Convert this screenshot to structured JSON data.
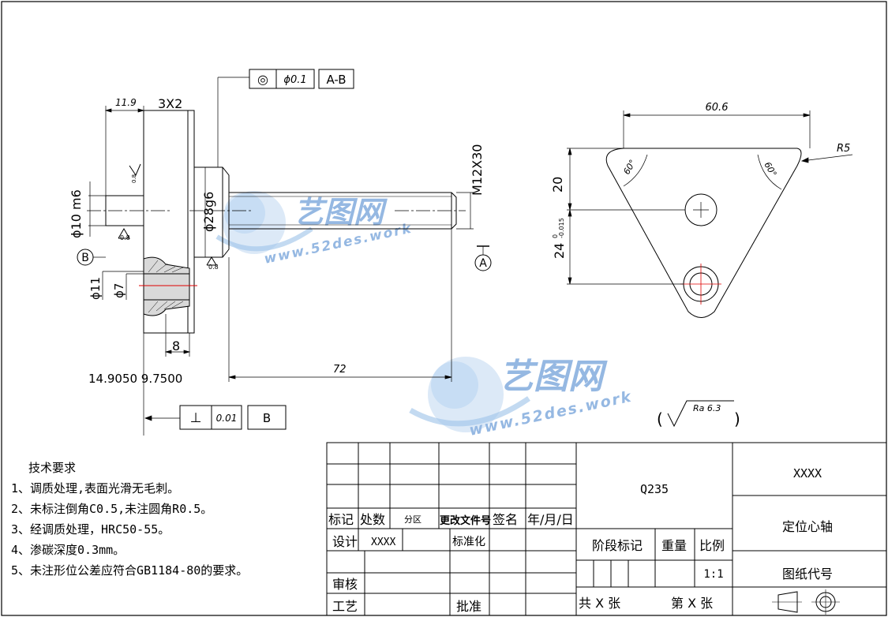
{
  "part_dims": {
    "d_11_9": "11.9",
    "d_3x2": "3X2",
    "d_m12x30": "M12X30",
    "d_phi10": "ϕ10 m6",
    "d_phi28": "ϕ28g6",
    "d_phi11": "ϕ11",
    "d_phi7": "ϕ7",
    "d_8": "8",
    "d_72": "72",
    "d_coord": "14.9050 9.7500",
    "d_60_6": "60.6",
    "d_r5": "R5",
    "d_20": "20",
    "d_24": "24",
    "d_24_tol_up": "0",
    "d_24_tol_low": "-0.015",
    "d_60a": "60°",
    "d_60b": "60°",
    "rough_08a": "0.8",
    "rough_08b": "0.8",
    "rough_08c": "0.8",
    "rough_general": "Ra 6.3",
    "paren_l": "(",
    "paren_r": ")"
  },
  "datums": {
    "a": "A",
    "b": "B"
  },
  "gdt": {
    "concentricity": {
      "symbol": "◎",
      "value": "ϕ0.1",
      "datum": "A-B"
    },
    "perpendicularity": {
      "symbol": "⊥",
      "value": "0.01",
      "datum": "B"
    }
  },
  "watermark": {
    "cn": "艺图网",
    "url": "www.52des.work"
  },
  "tech_req": {
    "title": "技术要求",
    "items": [
      "1、调质处理,表面光滑无毛刺。",
      "2、未标注倒角C0.5,未注圆角R0.5。",
      "3、经调质处理，HRC50-55。",
      "4、渗碳深度0.3mm。",
      "5、未注形位公差应符合GB1184-80的要求。"
    ]
  },
  "title_block": {
    "material": "Q235",
    "company": "XXXX",
    "part_name": "定位心轴",
    "drawing_no_label": "图纸代号",
    "headers": [
      "标记",
      "处数",
      "分区",
      "更改文件号",
      "签名",
      "年/月/日"
    ],
    "design_label": "设计",
    "designer": "XXXX",
    "standard_label": "标准化",
    "review_label": "审核",
    "process_label": "工艺",
    "approve_label": "批准",
    "stage_label": "阶段标记",
    "weight_label": "重量",
    "scale_label": "比例",
    "scale_value": "1:1",
    "total_sheets": "共 X 张",
    "sheet_no": "第 X 张"
  }
}
